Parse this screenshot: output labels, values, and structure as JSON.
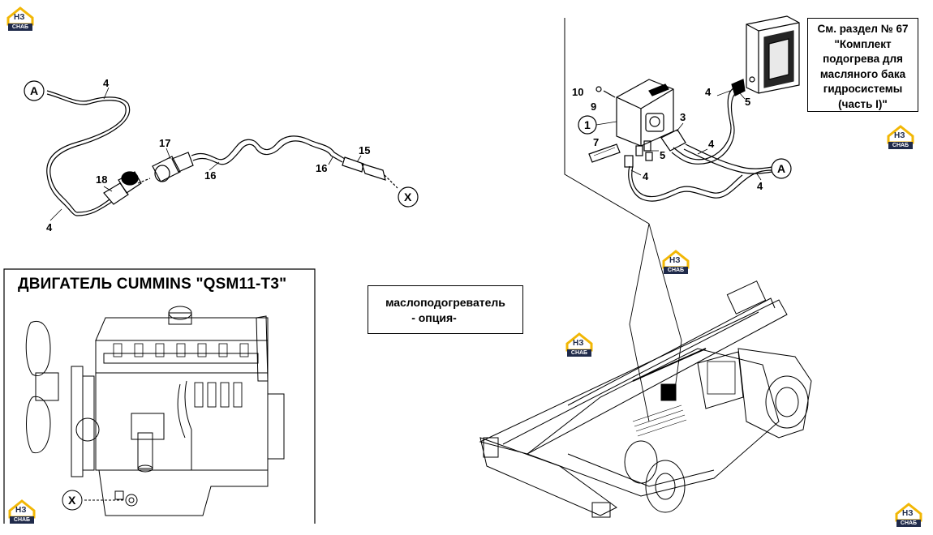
{
  "brand": {
    "mark": "НЗ",
    "tag": "СНАБ",
    "roof_color": "#f2b705",
    "tag_color": "#1f2a4a"
  },
  "engine_title": "ДВИГАТЕЛЬ CUMMINS \"QSM11-T3\"",
  "option_note": {
    "line1": "маслоподогреватель",
    "line2": "- опция-"
  },
  "reference_box": {
    "lines": [
      "См. раздел № 67",
      "\"Комплект",
      "подогрева для",
      "масляного бака",
      "гидросистемы",
      "(часть I)\""
    ]
  },
  "circle_labels": {
    "a": "A",
    "x": "X",
    "one": "1"
  },
  "part_numbers": {
    "p4": "4",
    "p5": "5",
    "p3": "3",
    "p7": "7",
    "p9": "9",
    "p10": "10",
    "p15": "15",
    "p16": "16",
    "p17": "17",
    "p18": "18"
  }
}
